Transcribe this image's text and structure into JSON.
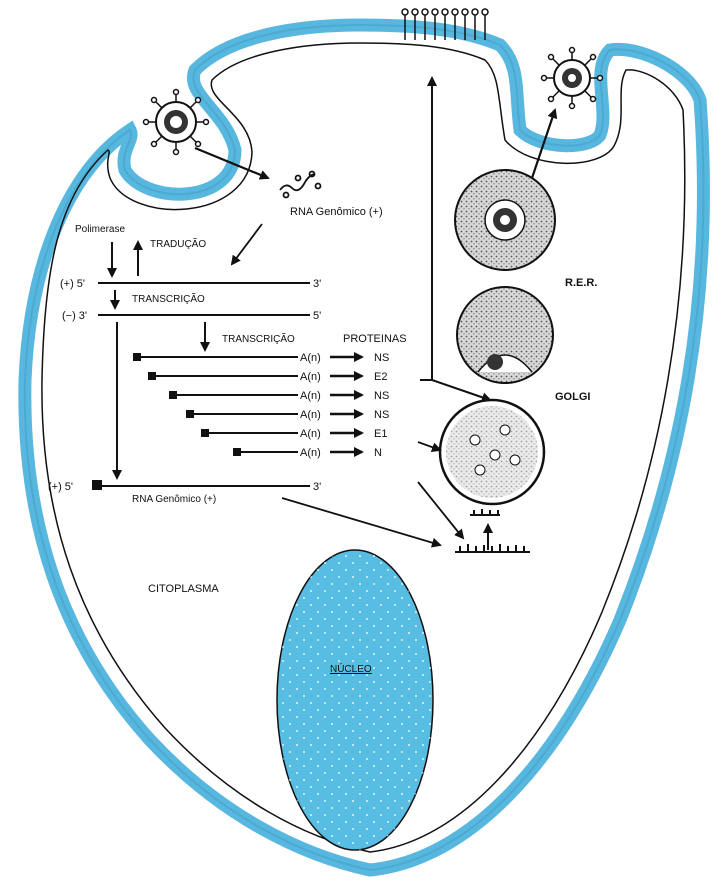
{
  "labels": {
    "rna_genomico_top": "RNA Genômico (+)",
    "polimerase": "Polimerase",
    "traducao": "TRADUÇÃO",
    "plus5_top": "(+) 5'",
    "three_top": "3'",
    "transcricao1": "TRANSCRIÇÃO",
    "minus3": "(−) 3'",
    "five_minus": "5'",
    "transcricao2": "TRANSCRIÇÃO",
    "proteinas": "PROTEINAS",
    "plus5_bottom": "(+) 5'",
    "three_bottom": "3'",
    "rna_genomico_bottom": "RNA Genômico (+)",
    "rer": "R.E.R.",
    "golgi": "GOLGI",
    "citoplasma": "CITOPLASMA",
    "nucleo": "NÚCLEO"
  },
  "mrna_rows": [
    {
      "polya": "A(n)",
      "protein": "NS"
    },
    {
      "polya": "A(n)",
      "protein": "E2"
    },
    {
      "polya": "A(n)",
      "protein": "NS"
    },
    {
      "polya": "A(n)",
      "protein": "NS"
    },
    {
      "polya": "A(n)",
      "protein": "E1"
    },
    {
      "polya": "A(n)",
      "protein": "N"
    }
  ],
  "colors": {
    "membrane": "#4fb3dc",
    "nucleus": "#57bde2",
    "ink": "#111111"
  }
}
